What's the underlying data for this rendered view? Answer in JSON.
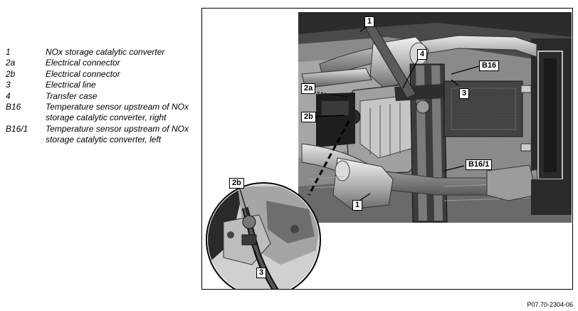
{
  "legend": [
    {
      "key": "1",
      "desc": "NOx storage catalytic converter"
    },
    {
      "key": "2a",
      "desc": "Electrical connector"
    },
    {
      "key": "2b",
      "desc": "Electrical connector"
    },
    {
      "key": "3",
      "desc": "Electrical line"
    },
    {
      "key": "4",
      "desc": "Transfer case"
    },
    {
      "key": "B16",
      "desc": "Temperature sensor upstream of NOx storage catalytic converter, right"
    },
    {
      "key": "B16/1",
      "desc": "Temperature sensor upstream of NOx storage catalytic converter, left"
    }
  ],
  "callouts": {
    "c1_top": "1",
    "c4": "4",
    "b16": "B16",
    "c2a": "2a",
    "c3_main": "3",
    "c2b": "2b",
    "b16_1": "B16/1",
    "c1_bottom": "1",
    "c2b_detail": "2b",
    "c3_detail": "3"
  },
  "figure_id": "P07.70-2304-06"
}
